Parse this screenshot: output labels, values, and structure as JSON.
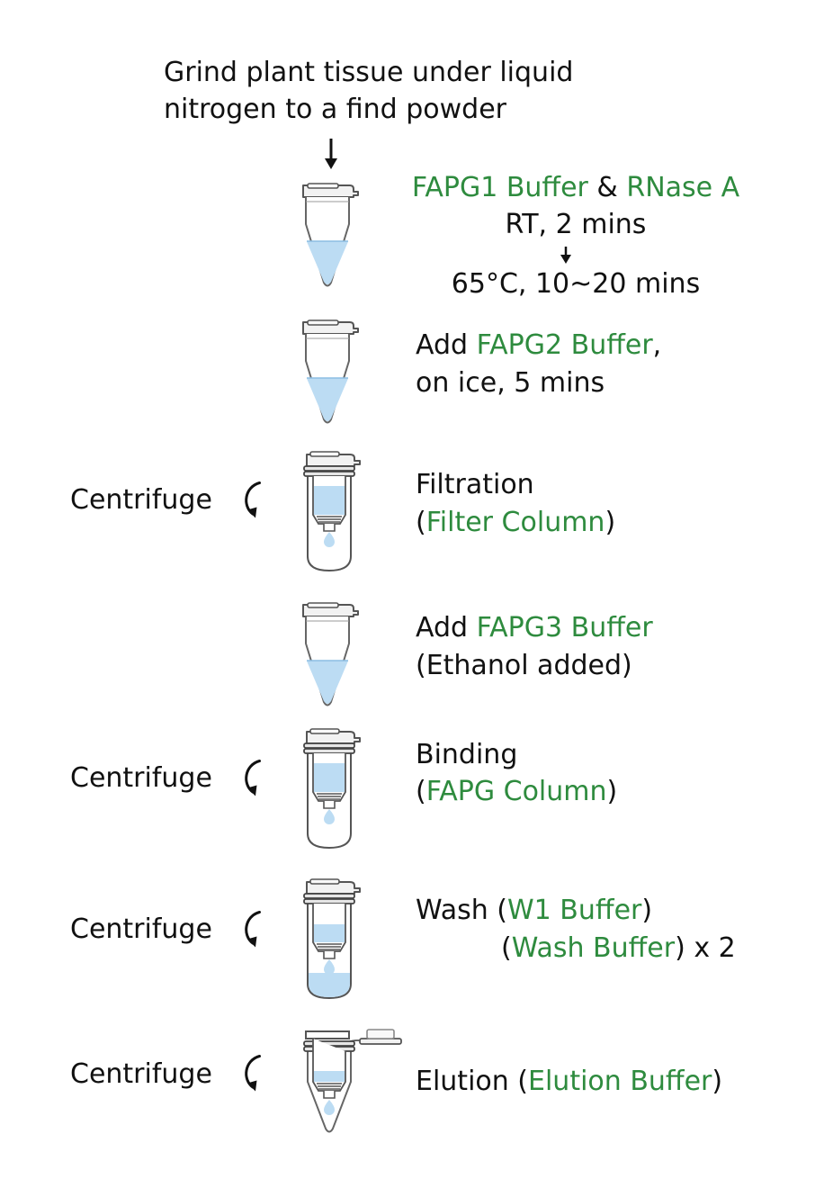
{
  "intro": {
    "line1": "Grind plant tissue under liquid",
    "line2": "nitrogen to a find powder"
  },
  "centrifuge_label": "Centrifuge",
  "steps": {
    "s1": {
      "reagent1": "FAPG1 Buffer",
      "amp": " & ",
      "reagent2": "RNase A",
      "cond1": "RT, 2 mins",
      "cond2": "65°C, 10~20 mins"
    },
    "s2": {
      "add": "Add ",
      "reagent": "FAPG2 Buffer",
      "comma": ",",
      "line2": "on ice, 5 mins"
    },
    "s3": {
      "title": "Filtration",
      "open": "(",
      "reagent": "Filter Column",
      "close": ")"
    },
    "s4": {
      "add": "Add ",
      "reagent": "FAPG3 Buffer",
      "line2": "(Ethanol added)"
    },
    "s5": {
      "title": "Binding",
      "open": "(",
      "reagent": "FAPG Column",
      "close": ")"
    },
    "s6": {
      "title": "Wash (",
      "reagent1": "W1 Buffer",
      "close1": ")",
      "open2": "(",
      "reagent2": "Wash Buffer",
      "suffix": ") x 2"
    },
    "s7": {
      "title": "Elution (",
      "reagent": "Elution Buffer",
      "close": ")"
    }
  },
  "colors": {
    "reagent": "#2e8b3e",
    "liquid": "#bcdcf3",
    "text": "#111111",
    "tube_outline": "#555555"
  }
}
